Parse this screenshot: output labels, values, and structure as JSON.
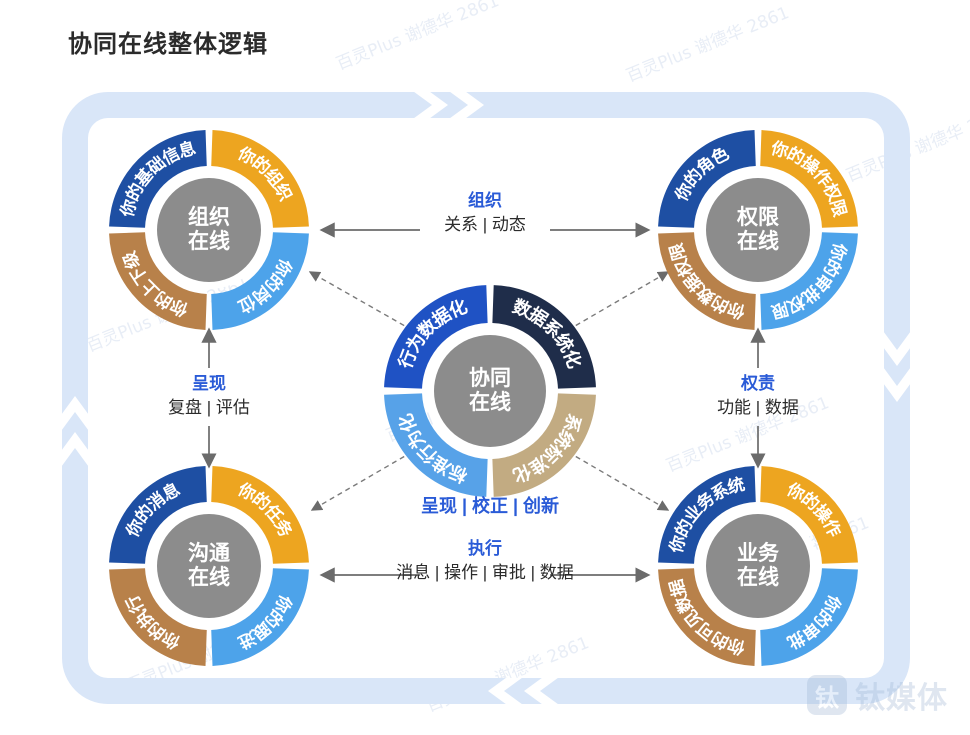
{
  "page": {
    "title": "协同在线整体逻辑",
    "accent_blue": "#2a5bd7",
    "frame_color": "#d6e4f7",
    "hub_gray": "#8c8c8c"
  },
  "core": {
    "hub_line1": "协同",
    "hub_line2": "在线",
    "caption": "呈现 | 校正 | 创新",
    "segments": [
      {
        "label": "数据系统化",
        "color": "#1f2d4a",
        "position": "top-right"
      },
      {
        "label": "系统标准化",
        "color": "#c2ab82",
        "position": "bottom-right"
      },
      {
        "label": "标准行为化",
        "color": "#57a2e8",
        "position": "bottom-left"
      },
      {
        "label": "行为数据化",
        "color": "#1f52c4",
        "position": "top-left"
      }
    ]
  },
  "nodes": [
    {
      "id": "organization",
      "hub_line1": "组织",
      "hub_line2": "在线",
      "segments": [
        {
          "label": "你的组织",
          "color": "#eda520",
          "position": "top-right"
        },
        {
          "label": "你的岗位",
          "color": "#4da3ea",
          "position": "bottom-right"
        },
        {
          "label": "你的上下级",
          "color": "#b8814a",
          "position": "bottom-left"
        },
        {
          "label": "你的基础信息",
          "color": "#1e4fa3",
          "position": "top-left"
        }
      ]
    },
    {
      "id": "permission",
      "hub_line1": "权限",
      "hub_line2": "在线",
      "segments": [
        {
          "label": "你的操作权限",
          "color": "#eda520",
          "position": "top-right"
        },
        {
          "label": "你的审批权限",
          "color": "#4da3ea",
          "position": "bottom-right"
        },
        {
          "label": "你的数据权限",
          "color": "#b8814a",
          "position": "bottom-left"
        },
        {
          "label": "你的角色",
          "color": "#1e4fa3",
          "position": "top-left"
        }
      ]
    },
    {
      "id": "communication",
      "hub_line1": "沟通",
      "hub_line2": "在线",
      "segments": [
        {
          "label": "你的任务",
          "color": "#eda520",
          "position": "top-right"
        },
        {
          "label": "你的跟进",
          "color": "#4da3ea",
          "position": "bottom-right"
        },
        {
          "label": "你的执行",
          "color": "#b8814a",
          "position": "bottom-left"
        },
        {
          "label": "你的消息",
          "color": "#1e4fa3",
          "position": "top-left"
        }
      ]
    },
    {
      "id": "business",
      "hub_line1": "业务",
      "hub_line2": "在线",
      "segments": [
        {
          "label": "你的操作",
          "color": "#eda520",
          "position": "top-right"
        },
        {
          "label": "你的审批",
          "color": "#4da3ea",
          "position": "bottom-right"
        },
        {
          "label": "你的可见数据",
          "color": "#b8814a",
          "position": "bottom-left"
        },
        {
          "label": "你的业务系统",
          "color": "#1e4fa3",
          "position": "top-left"
        }
      ]
    }
  ],
  "connectors": [
    {
      "id": "top",
      "keyword": "组织",
      "detail": "关系 | 动态"
    },
    {
      "id": "left",
      "keyword": "呈现",
      "detail": "复盘 | 评估"
    },
    {
      "id": "right",
      "keyword": "权责",
      "detail": "功能 | 数据"
    },
    {
      "id": "bottom",
      "keyword": "执行",
      "detail": "消息 | 操作 | 审批 | 数据"
    }
  ],
  "watermarks": [
    "百灵Plus 谢德华 2861",
    "百灵Plus 谢德华 2861",
    "百灵Plus 谢德华 2861",
    "百灵Plus 谢德华 2861",
    "百灵Plus 谢德华 2861",
    "百灵Plus 谢德华 2861",
    "百灵Plus 谢德华 2861",
    "百灵Plus 谢德华 2861",
    "百灵Plus 谢德华 2861"
  ],
  "brand": {
    "mark": "钛",
    "name": "钛媒体"
  }
}
